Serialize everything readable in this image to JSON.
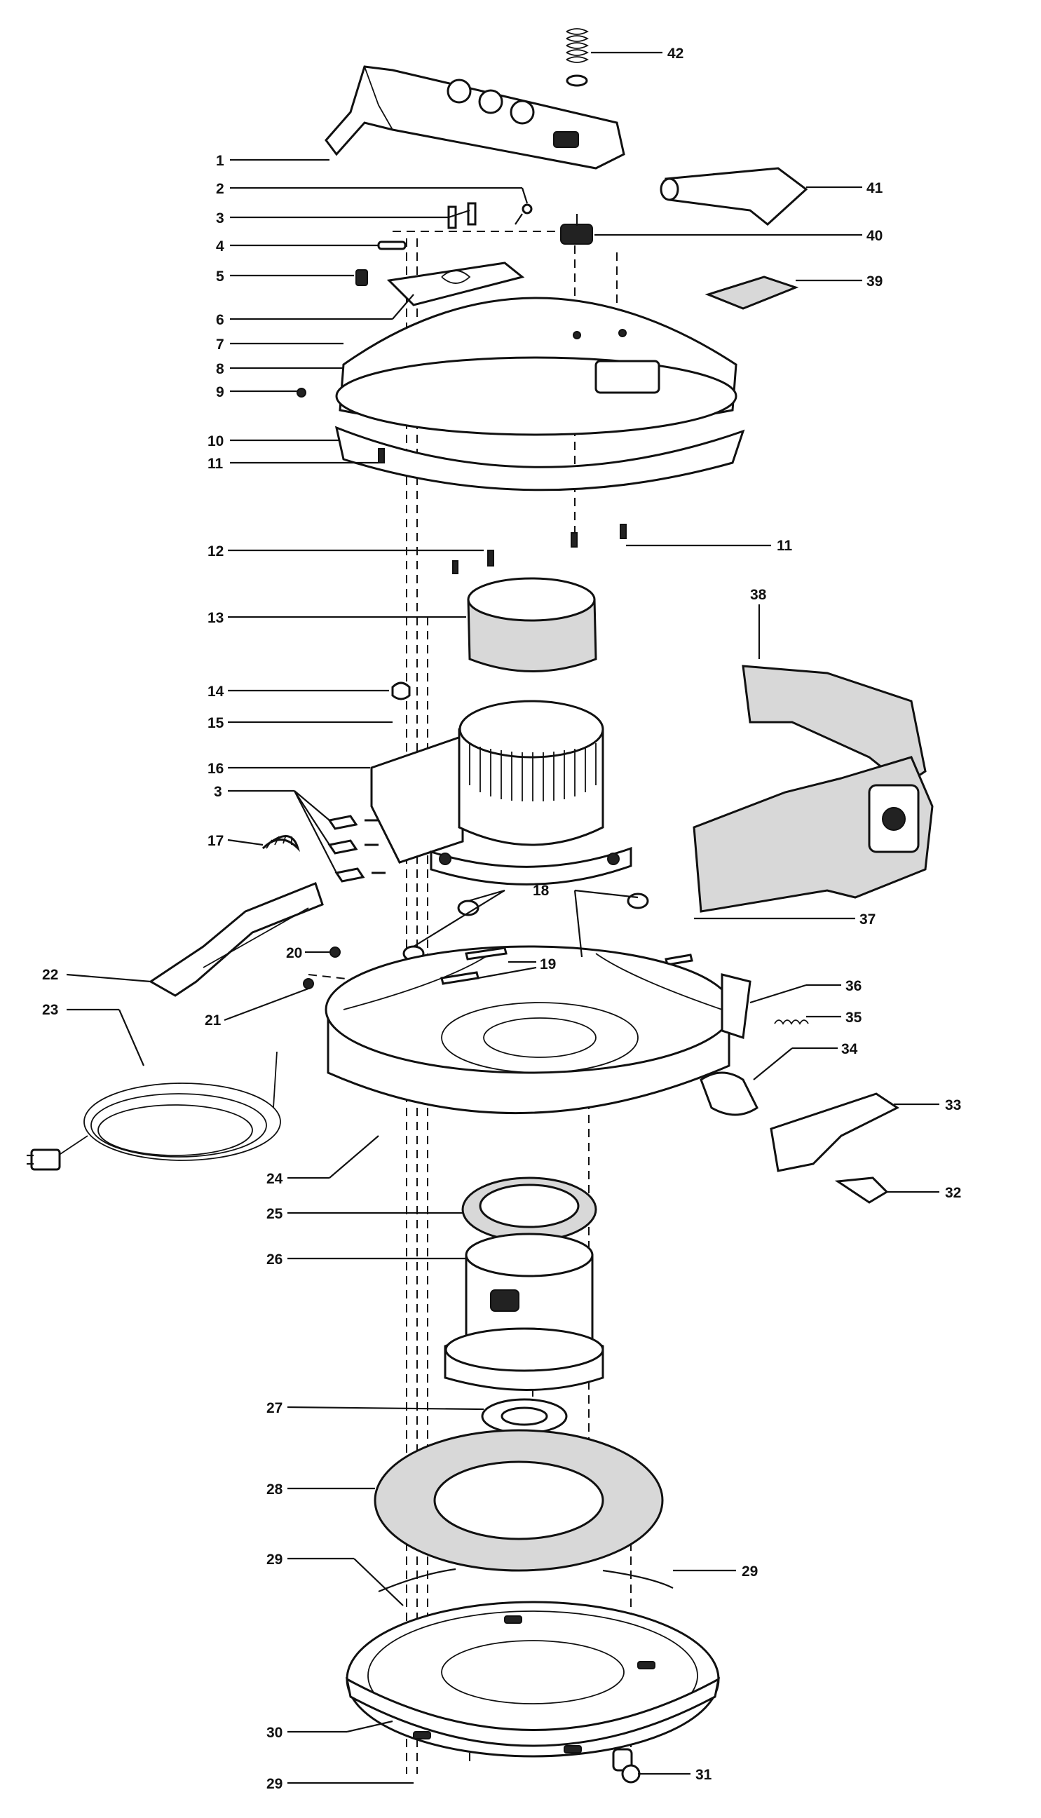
{
  "labels": [
    "1",
    "2",
    "3",
    "4",
    "5",
    "6",
    "7",
    "8",
    "9",
    "10",
    "11",
    "11",
    "12",
    "13",
    "14",
    "15",
    "16",
    "3",
    "17",
    "18",
    "19",
    "20",
    "21",
    "22",
    "23",
    "24",
    "25",
    "26",
    "27",
    "28",
    "29",
    "29",
    "30",
    "29",
    "31",
    "32",
    "33",
    "34",
    "35",
    "36",
    "37",
    "38",
    "39",
    "40",
    "41",
    "42"
  ]
}
